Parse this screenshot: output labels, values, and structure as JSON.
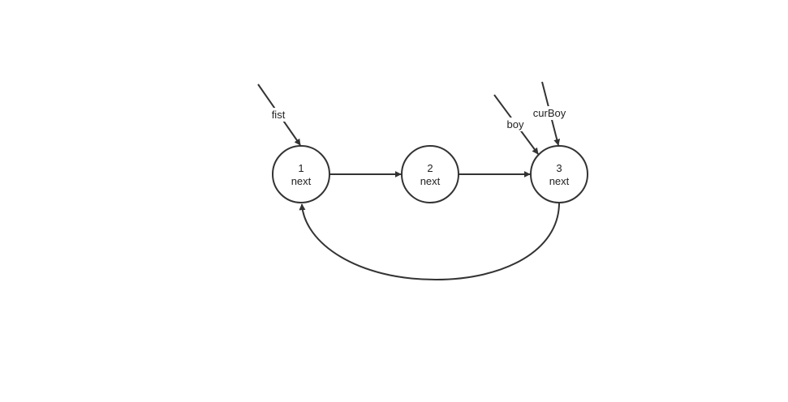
{
  "colors": {
    "stroke": "#333333",
    "text": "#222222",
    "background": "#ffffff"
  },
  "nodes": [
    {
      "id": "node-1",
      "value": "1",
      "field": "next"
    },
    {
      "id": "node-2",
      "value": "2",
      "field": "next"
    },
    {
      "id": "node-3",
      "value": "3",
      "field": "next"
    }
  ],
  "pointers": [
    {
      "id": "fist",
      "label": "fist",
      "target": "node-1"
    },
    {
      "id": "boy",
      "label": "boy",
      "target": "node-3"
    },
    {
      "id": "curBoy",
      "label": "curBoy",
      "target": "node-3"
    }
  ],
  "edges": [
    {
      "from": "node-1",
      "to": "node-2"
    },
    {
      "from": "node-2",
      "to": "node-3"
    },
    {
      "from": "node-3",
      "to": "node-1",
      "shape": "curve"
    }
  ]
}
